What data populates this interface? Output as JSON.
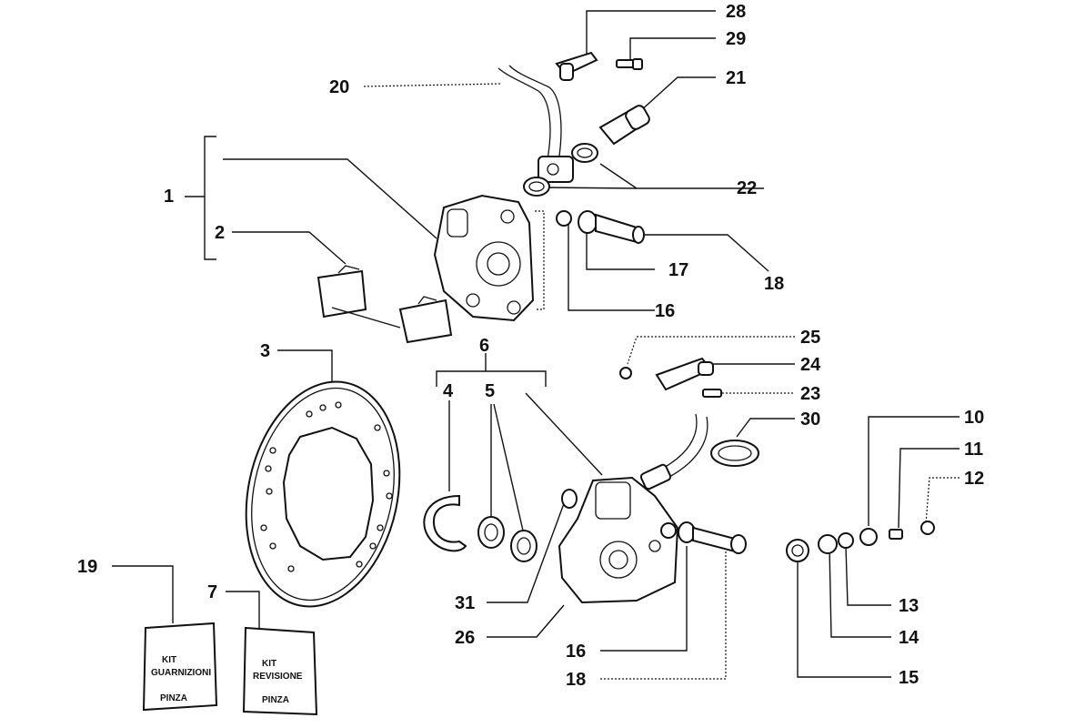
{
  "labels": {
    "l1": "1",
    "l2": "2",
    "l3": "3",
    "l4": "4",
    "l5": "5",
    "l6": "6",
    "l7": "7",
    "l10": "10",
    "l11": "11",
    "l12": "12",
    "l13": "13",
    "l14": "14",
    "l15": "15",
    "l16a": "16",
    "l16b": "16",
    "l17": "17",
    "l18a": "18",
    "l18b": "18",
    "l19": "19",
    "l20": "20",
    "l21": "21",
    "l22": "22",
    "l23": "23",
    "l24": "24",
    "l25": "25",
    "l26": "26",
    "l28": "28",
    "l29": "29",
    "l30": "30",
    "l31": "31"
  },
  "kits": {
    "k19": {
      "line1": "KIT",
      "line2": "GUARNIZIONI",
      "line3": "PINZA"
    },
    "k7": {
      "line1": "KIT",
      "line2": "REVISIONE",
      "line3": "PINZA"
    }
  }
}
